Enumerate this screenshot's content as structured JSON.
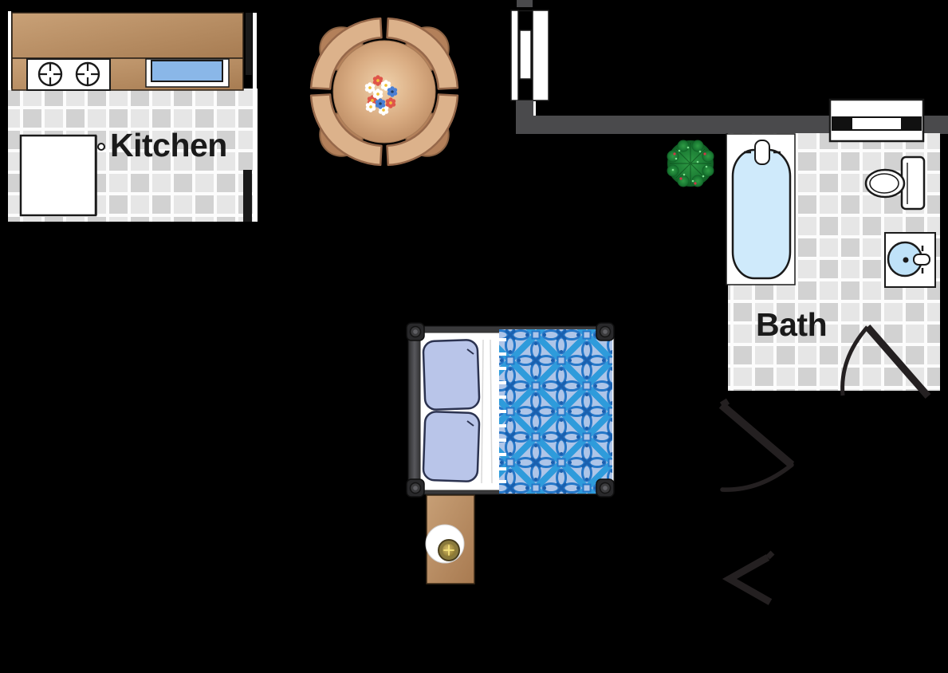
{
  "rooms": {
    "kitchen": {
      "label": "Kitchen",
      "fixtures": [
        "counter",
        "stove-two-burners",
        "kitchen-sink",
        "refrigerator",
        "casement-window"
      ]
    },
    "bath": {
      "label": "Bath",
      "fixtures": [
        "bathtub",
        "toilet",
        "wash-basin",
        "sliding-window",
        "door-swing"
      ]
    },
    "dining": {
      "fixtures": [
        "round-table",
        "four-chairs",
        "flower-bouquet"
      ]
    },
    "bedroom": {
      "fixtures": [
        "double-bed",
        "two-pillows",
        "patterned-quilt",
        "panel-door-with-knob",
        "door-swing-symbols",
        "potted-plant"
      ]
    }
  },
  "palette": {
    "background": "#000000",
    "wall_gray": "#4a4a4c",
    "outline_black": "#1a1a1a",
    "tile_light": "#e6e6e6",
    "tile_dark": "#d2d2d2",
    "tile_grout": "#fcfcfc",
    "counter_wood": "#b98d62",
    "sink_blue": "#8ab7e8",
    "tub_blue": "#cfeafb",
    "basin_blue": "#bfe2f8",
    "quilt_periwinkle": "#aec5e8",
    "quilt_band_blue": "#2e9bdb",
    "quilt_dark_blue": "#1a5fae",
    "pillow_blue": "#b9c5e9",
    "bedframe_gray": "#3a3a3c",
    "door_brown": "#b78a5f",
    "knob_gold": "#a78f3e",
    "plant_green": "#1d7a33",
    "flower_red": "#df5549",
    "flower_blue": "#4a7fd4",
    "flower_white": "#ffffff"
  }
}
